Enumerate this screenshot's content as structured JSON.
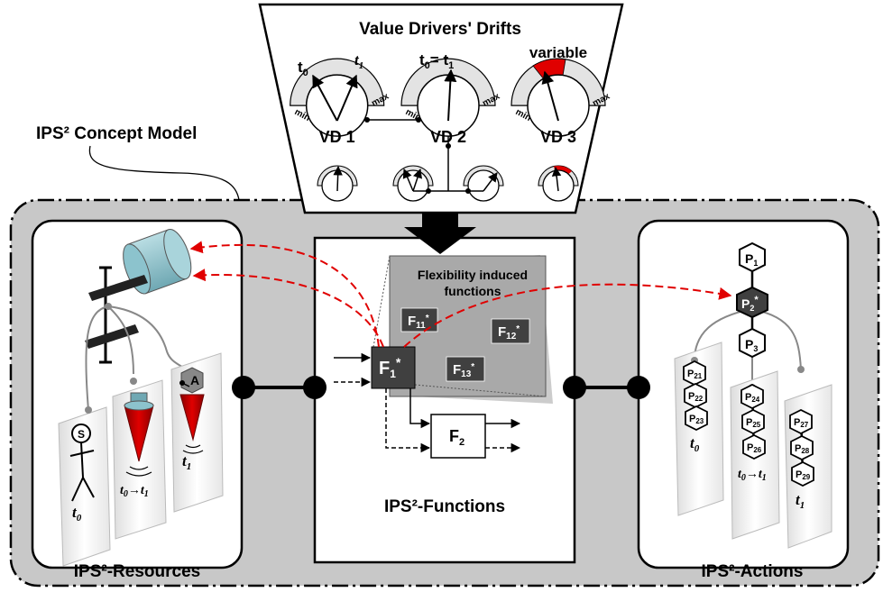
{
  "title": "Value Drivers' Drifts",
  "concept_label": "IPS² Concept Model",
  "value_drivers": {
    "vd1": {
      "label": "VD 1",
      "t0": "t",
      "t0_sub": "0",
      "t1": "t",
      "t1_sub": "1"
    },
    "vd2": {
      "label": "VD 2",
      "eq_a": "t",
      "eq_a_sub": "0",
      "eq_mid": "= t",
      "eq_b_sub": "1"
    },
    "vd3": {
      "label": "VD 3",
      "note": "variable"
    },
    "min": "min",
    "max": "max"
  },
  "resources": {
    "title": "IPS²-Resources",
    "actuator": "A",
    "sensor": "S",
    "cards": [
      {
        "t": "t",
        "sub": "0"
      },
      {
        "t": "t",
        "sub": "0",
        "arrow": "→",
        "t2": "t",
        "sub2": "1"
      },
      {
        "t": "t",
        "sub": "1"
      }
    ]
  },
  "functions": {
    "title": "IPS²-Functions",
    "flex_title_1": "Flexibility induced",
    "flex_title_2": "functions",
    "f1": {
      "base": "F",
      "sub": "1",
      "sup": "*"
    },
    "f2": {
      "base": "F",
      "sub": "2"
    },
    "f11": {
      "base": "F",
      "sub": "11",
      "sup": "*"
    },
    "f12": {
      "base": "F",
      "sub": "12",
      "sup": "*"
    },
    "f13": {
      "base": "F",
      "sub": "13",
      "sup": "*"
    }
  },
  "actions": {
    "title": "IPS²-Actions",
    "main": [
      {
        "base": "P",
        "sub": "1",
        "sup": ""
      },
      {
        "base": "P",
        "sub": "2",
        "sup": "*"
      },
      {
        "base": "P",
        "sub": "3",
        "sup": ""
      }
    ],
    "col1": [
      "21",
      "22",
      "23"
    ],
    "col2": [
      "24",
      "25",
      "26"
    ],
    "col3": [
      "27",
      "28",
      "29"
    ],
    "cards": [
      {
        "t": "t",
        "sub": "0"
      },
      {
        "t": "t",
        "sub": "0",
        "arrow": "→",
        "t2": "t",
        "sub2": "1"
      },
      {
        "t": "t",
        "sub": "1"
      }
    ]
  },
  "colors": {
    "panel": "#c8c8c8",
    "dark": "#404040",
    "red": "#e00000",
    "gauge": "#e3e3e3"
  }
}
